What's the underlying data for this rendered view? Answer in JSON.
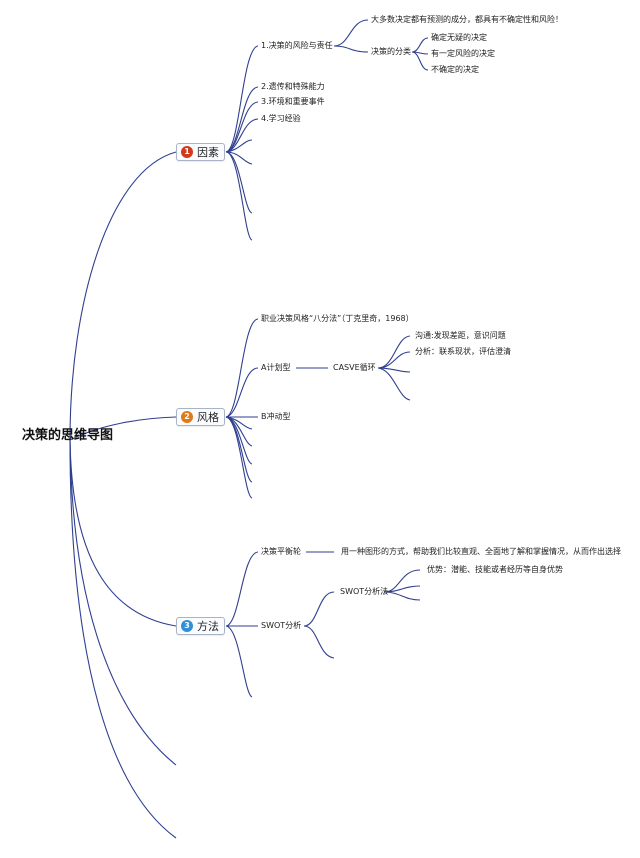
{
  "root": "决策的思维导图",
  "colors": {
    "line": "#2f3f8f",
    "badge1": "#d23a1e",
    "badge2": "#e07a18",
    "badge3": "#2f8fd8"
  },
  "branches": [
    {
      "number": "1",
      "label": "因素",
      "children": [
        "1.决策的风险与责任",
        "2.遗传和特殊能力",
        "3.环境和重要事件",
        "4.学习经验"
      ],
      "risk": {
        "note": "大多数决定都有预测的成分，都具有不确定性和风险！",
        "classification": "决策的分类",
        "types": [
          "确定无疑的决定",
          "有一定风险的决定",
          "不确定的决定"
        ]
      }
    },
    {
      "number": "2",
      "label": "风格",
      "children": [
        "职业决策风格“八分法”（丁克里奇，1968）",
        "A计划型",
        "B冲动型"
      ],
      "casve": {
        "label": "CASVE循环",
        "items": [
          "沟通:发现差距，意识问题",
          "分析：联系现状，评估澄清"
        ]
      }
    },
    {
      "number": "3",
      "label": "方法",
      "children": [
        "决策平衡轮",
        "SWOT分析"
      ],
      "balance_desc": "用一种图形的方式，帮助我们比较直观、全面地了解和掌握情况，从而作出选择",
      "swot": {
        "label": "SWOT分析法",
        "items": [
          "优势：潜能、技能或者经历等自身优势"
        ]
      }
    }
  ]
}
